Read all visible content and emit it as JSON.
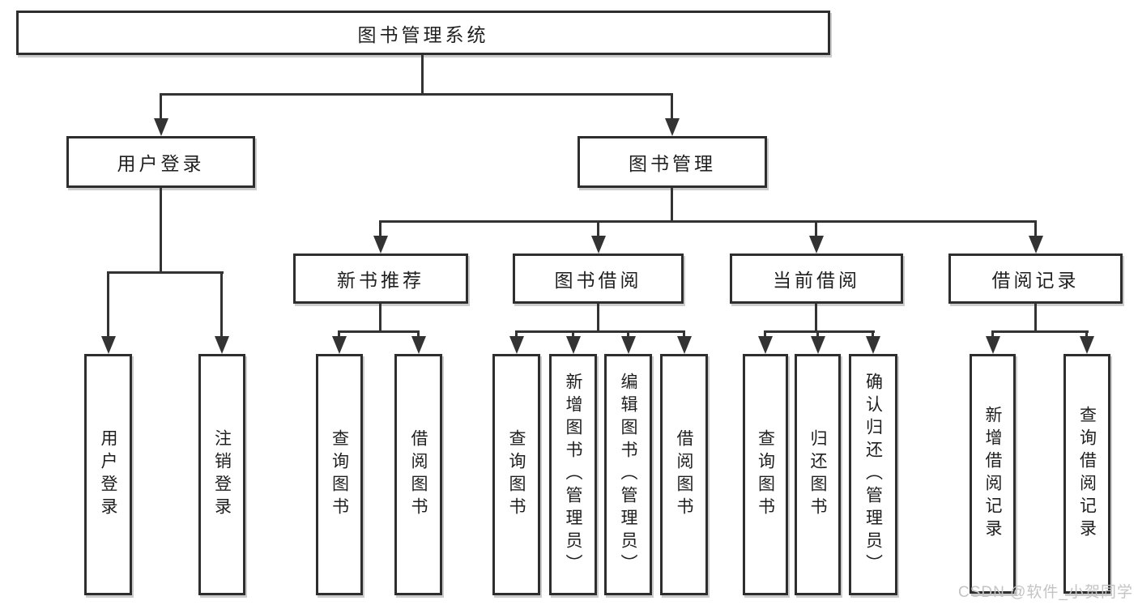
{
  "diagram": {
    "root": {
      "label": "图书管理系统"
    },
    "branches": [
      {
        "label": "用户登录",
        "children": [
          {
            "label": "用户登录"
          },
          {
            "label": "注销登录"
          }
        ]
      },
      {
        "label": "图书管理",
        "children": [
          {
            "label": "新书推荐",
            "children": [
              {
                "label": "查询图书"
              },
              {
                "label": "借阅图书"
              }
            ]
          },
          {
            "label": "图书借阅",
            "children": [
              {
                "label": "查询图书"
              },
              {
                "label": "新增图书（管理员）"
              },
              {
                "label": "编辑图书（管理员）"
              },
              {
                "label": "借阅图书"
              }
            ]
          },
          {
            "label": "当前借阅",
            "children": [
              {
                "label": "查询图书"
              },
              {
                "label": "归还图书"
              },
              {
                "label": "确认归还（管理员）"
              }
            ]
          },
          {
            "label": "借阅记录",
            "children": [
              {
                "label": "新增借阅记录"
              },
              {
                "label": "查询借阅记录"
              }
            ]
          }
        ]
      }
    ]
  },
  "watermark": {
    "text": "CSDN @软件_小贺同学"
  },
  "colors": {
    "line": "#333333",
    "box_border": "#2e2e2e",
    "text": "#1f1f1f",
    "background": "#ffffff",
    "watermark": "#c4c4c4"
  }
}
